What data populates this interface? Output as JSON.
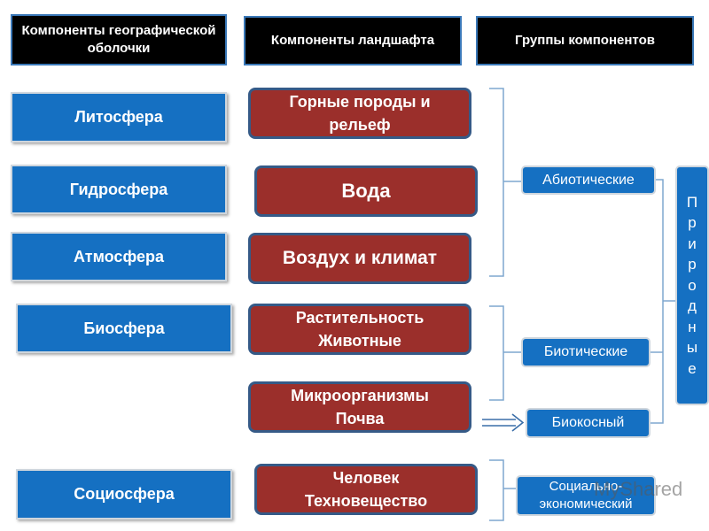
{
  "headers": {
    "geo_components": "Компоненты географической оболочки",
    "landscape_components": "Компоненты ландшафта",
    "component_groups": "Группы компонентов"
  },
  "spheres": [
    "Литосфера",
    "Гидросфера",
    "Атмосфера",
    "Биосфера",
    "Социосфера"
  ],
  "components": [
    "Горные породы и рельеф",
    "Вода",
    "Воздух и климат",
    "Растительность Животные",
    "Микроорганизмы Почва",
    "Человек Техновещество"
  ],
  "groups": [
    "Абиотические",
    "Биотические",
    "Биокосный",
    "Социально-экономический"
  ],
  "natural_letters": [
    "П",
    "р",
    "и",
    "р",
    "о",
    "д",
    "н",
    "ы",
    "е"
  ],
  "watermark": "MyShared",
  "colors": {
    "sphere_blue": "#1570c2",
    "component_red": "#9b2f2b",
    "header_black": "#000000"
  }
}
